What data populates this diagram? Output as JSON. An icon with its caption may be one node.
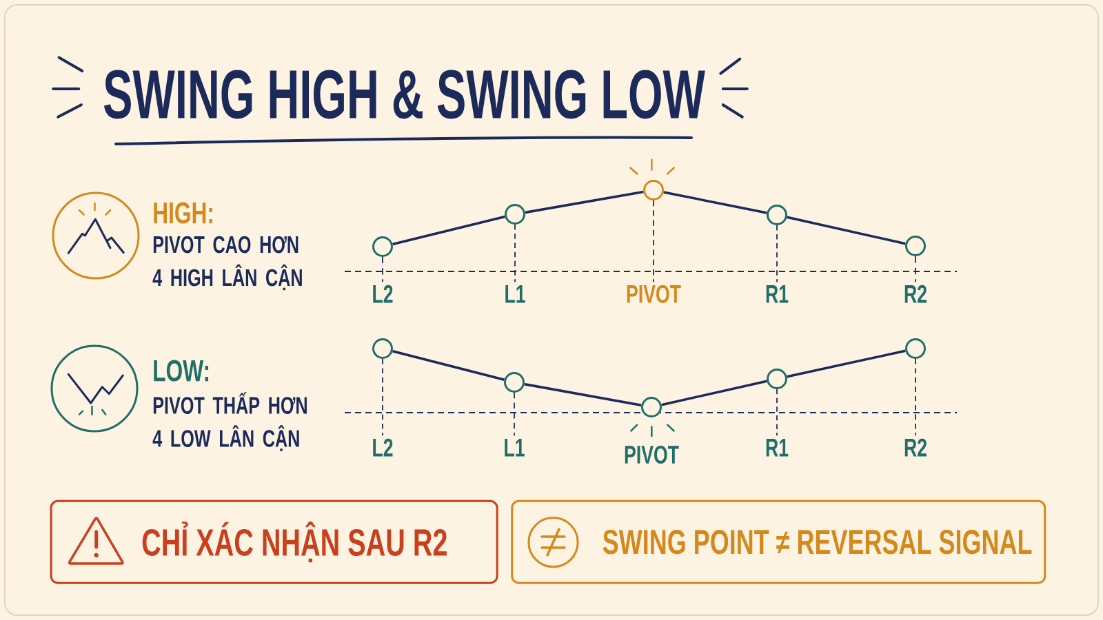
{
  "diagram": {
    "title": "SWING HIGH & SWING LOW",
    "nodes": [
      {
        "text": [],
        "shape": "circle"
      },
      {
        "text": [],
        "shape": "circle"
      },
      {
        "text": [],
        "shape": "circle"
      },
      {
        "text": [],
        "shape": "circle"
      },
      {
        "text": [],
        "shape": "circle"
      },
      {
        "text": [
          "L2"
        ]
      },
      {
        "text": [
          "L1"
        ]
      },
      {
        "text": [
          "PIVOT"
        ]
      },
      {
        "text": [
          "R1"
        ]
      },
      {
        "text": [
          "R2"
        ]
      },
      {
        "text": [],
        "shape": "circle"
      },
      {
        "text": [],
        "shape": "circle"
      },
      {
        "text": [],
        "shape": "circle",
        "beside": [
          "PIVOT"
        ]
      },
      {
        "text": [],
        "shape": "circle"
      },
      {
        "text": [],
        "shape": "circle"
      },
      {
        "text": [
          "L2"
        ]
      },
      {
        "text": [
          "L1"
        ]
      },
      {
        "text": [
          "R1"
        ]
      },
      {
        "text": [
          "R2"
        ]
      },
      {
        "text": [
          "CHỈ XÁC NHẬN SAU R2"
        ]
      },
      {
        "text": [
          "SWING POINT ≠ REVERSAL SIGNAL"
        ]
      }
    ],
    "edges": [
      {
        "from": 0,
        "to": 1,
        "arrow": "none"
      },
      {
        "from": 1,
        "to": 2,
        "arrow": "none"
      },
      {
        "from": 2,
        "to": 3,
        "arrow": "none"
      },
      {
        "from": 3,
        "to": 4,
        "arrow": "none"
      },
      {
        "from": 0,
        "to": 5,
        "arrow": "none",
        "style": "dashed"
      },
      {
        "from": 1,
        "to": 6,
        "arrow": "none",
        "style": "dashed"
      },
      {
        "from": 2,
        "to": 7,
        "arrow": "none",
        "style": "dashed"
      },
      {
        "from": 3,
        "to": 8,
        "arrow": "none",
        "style": "dashed"
      },
      {
        "from": 4,
        "to": 9,
        "arrow": "none",
        "style": "dashed"
      },
      {
        "from": 10,
        "to": 11,
        "arrow": "none"
      },
      {
        "from": 11,
        "to": 12,
        "arrow": "none"
      },
      {
        "from": 12,
        "to": 13,
        "arrow": "none"
      },
      {
        "from": 13,
        "to": 14,
        "arrow": "none"
      },
      {
        "from": 10,
        "to": 15,
        "arrow": "none",
        "style": "dashed"
      },
      {
        "from": 11,
        "to": 16,
        "arrow": "none",
        "style": "dashed"
      },
      {
        "from": 13,
        "to": 17,
        "arrow": "none",
        "style": "dashed"
      },
      {
        "from": 14,
        "to": 18,
        "arrow": "none",
        "style": "dashed"
      }
    ],
    "labels": [
      "HIGH:",
      "PIVOT CAO HƠN 4 HIGH LÂN CẬN",
      "LOW:",
      "PIVOT THẤP HƠN 4 LOW LÂN CẬN"
    ]
  }
}
